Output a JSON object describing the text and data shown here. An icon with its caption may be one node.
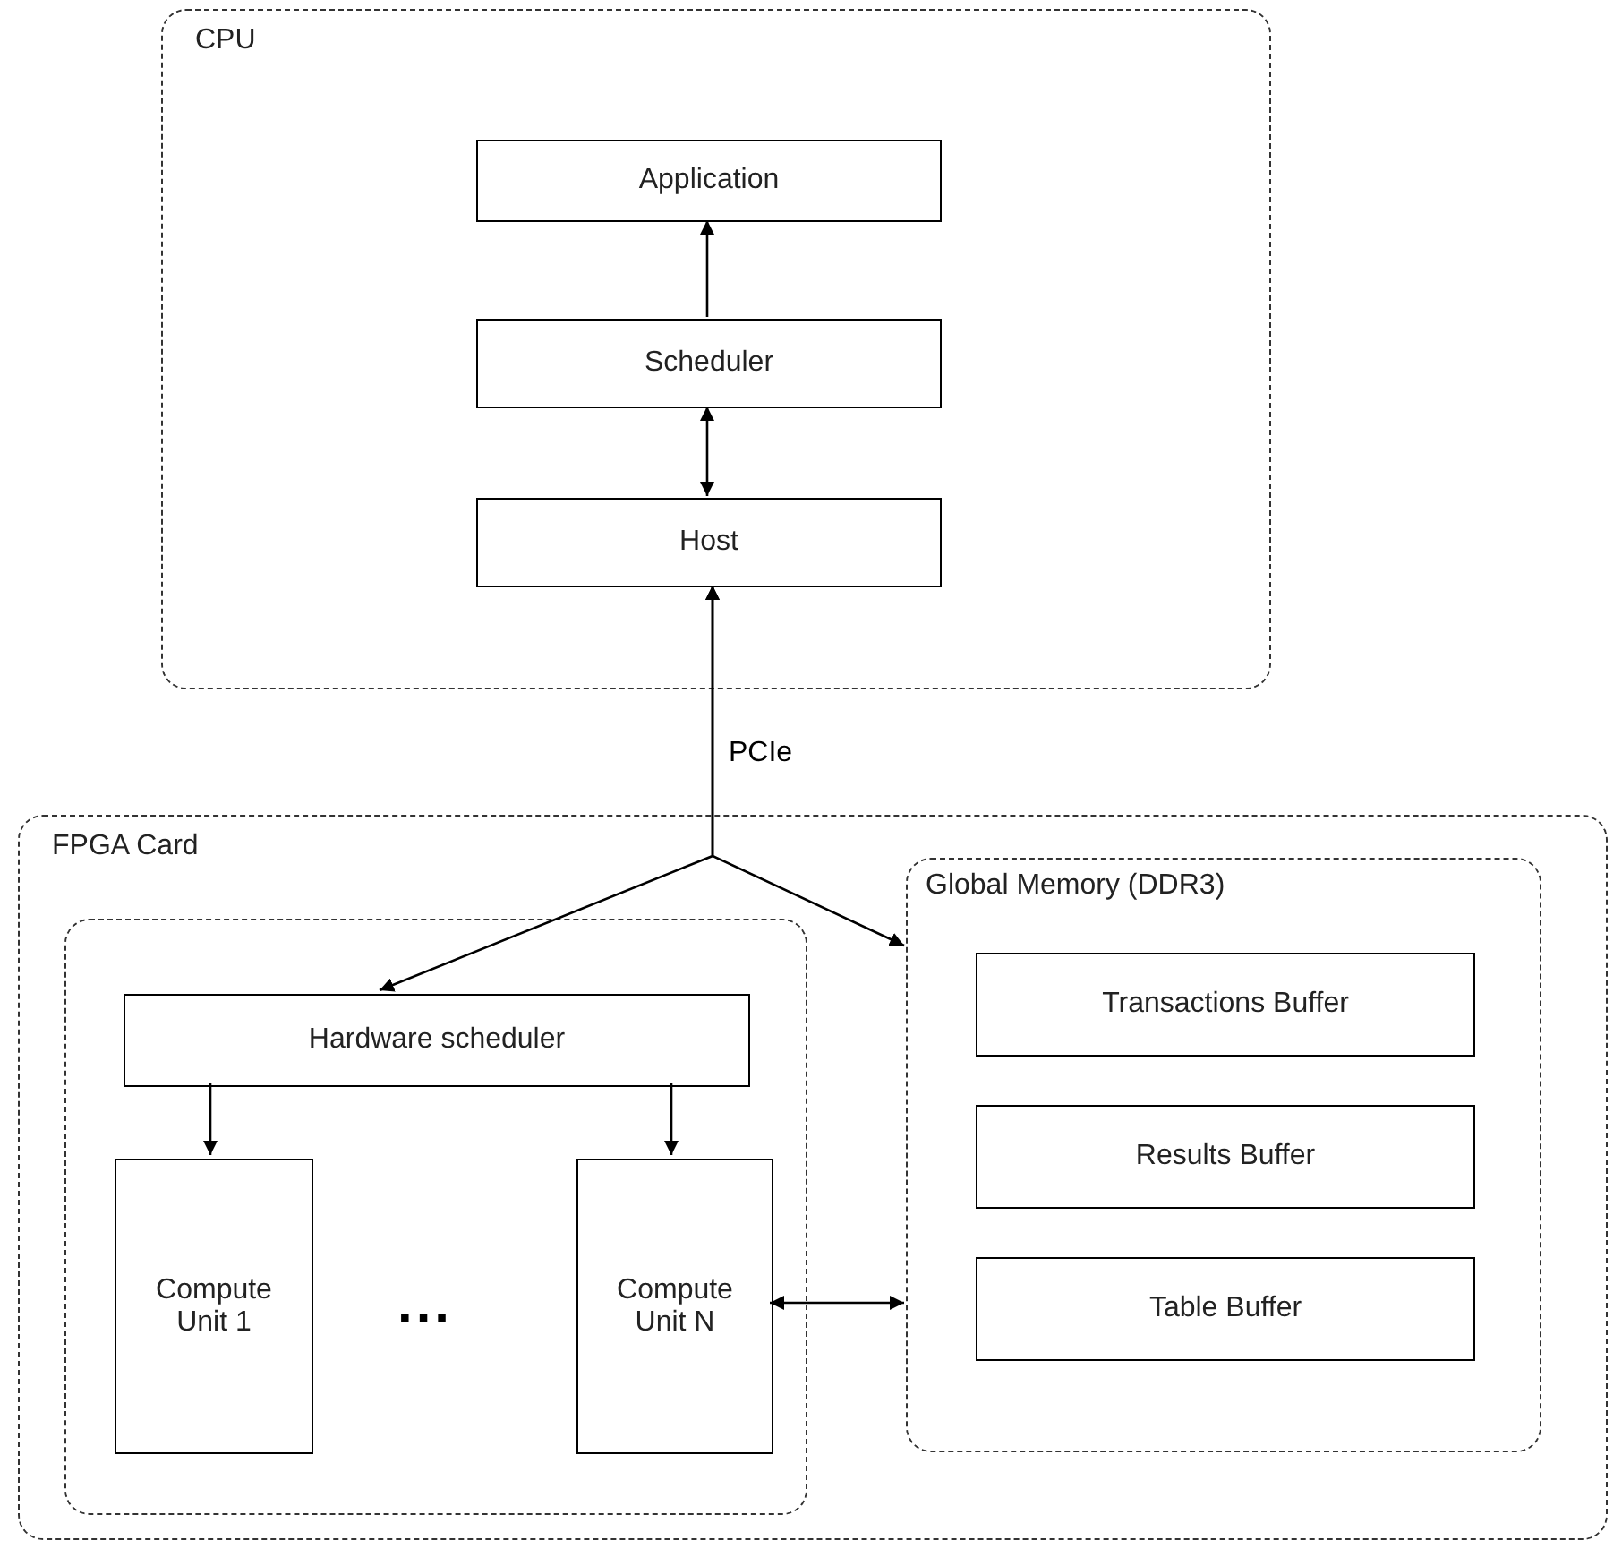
{
  "diagram": {
    "nodes": [
      {
        "text": [
          "CPU"
        ]
      },
      {
        "text": [
          "Application"
        ],
        "in": 0
      },
      {
        "text": [
          "Scheduler"
        ],
        "in": 0
      },
      {
        "text": [
          "Host"
        ],
        "in": 0
      },
      {
        "text": [
          "FPGA Card"
        ]
      },
      {
        "text": [],
        "shape": "box",
        "in": 4
      },
      {
        "text": [
          "Hardware scheduler"
        ],
        "in": 5
      },
      {
        "text": [
          "Compute Unit 1"
        ],
        "in": 5
      },
      {
        "text": [
          "Compute Unit N"
        ],
        "in": 5
      },
      {
        "text": [
          "Global Memory (DDR3)"
        ],
        "in": 4
      },
      {
        "text": [
          "Transactions Buffer"
        ],
        "in": 9
      },
      {
        "text": [
          "Results Buffer"
        ],
        "in": 9
      },
      {
        "text": [
          "Table Buffer"
        ],
        "in": 9
      }
    ],
    "edges": [
      {
        "from": 2,
        "to": 1,
        "arrow": "to"
      },
      {
        "from": 2,
        "to": 3,
        "arrow": "both"
      },
      {
        "from": 3,
        "to": 6,
        "arrow": "both",
        "label": "PCIe"
      },
      {
        "from": 3,
        "to": 9,
        "arrow": "both"
      },
      {
        "from": 6,
        "to": 7,
        "arrow": "to"
      },
      {
        "from": 6,
        "to": 8,
        "arrow": "to"
      },
      {
        "from": 8,
        "to": 9,
        "arrow": "both"
      }
    ],
    "labels": [
      "..."
    ]
  }
}
